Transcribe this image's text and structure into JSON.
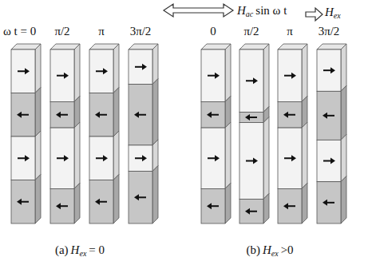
{
  "diagram": {
    "labels": [
      "H",
      "ac",
      "sin ω t",
      "H",
      "ex",
      "ω t = 0",
      "π/2",
      "π",
      "3π/2",
      "0",
      "π/2",
      "π",
      "3π/2",
      "(a)",
      "H",
      "ex",
      "= 0",
      "(b)",
      "H",
      "ex",
      ">0"
    ]
  }
}
